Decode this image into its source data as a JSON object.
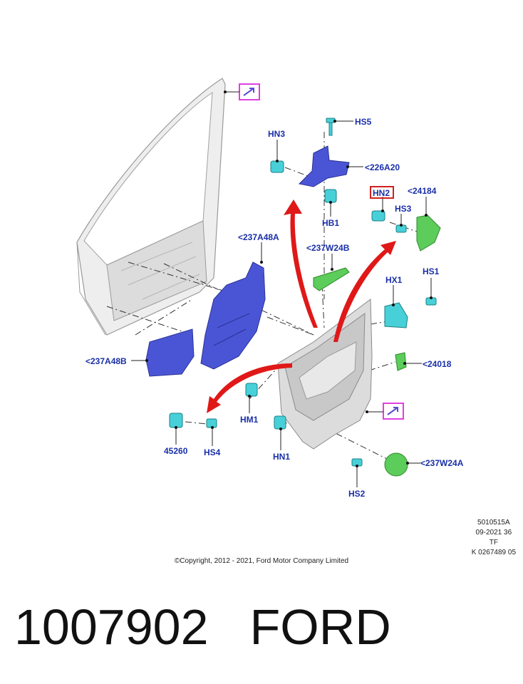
{
  "labels": {
    "hn3": "HN3",
    "hs5": "HS5",
    "p226a20": "<226A20",
    "hb1": "HB1",
    "hn2": "HN2",
    "p24184": "<24184",
    "hs3": "HS3",
    "p237a48a": "<237A48A",
    "p237w24b": "<237W24B",
    "hx1": "HX1",
    "hs1": "HS1",
    "p237a48b": "<237A48B",
    "p24018": "<24018",
    "hm1": "HM1",
    "p45260": "45260",
    "hs4": "HS4",
    "hn1": "HN1",
    "p237w24a": "<237W24A",
    "hs2": "HS2"
  },
  "metadata": {
    "line1": "5010515A",
    "line2": "09-2021 36",
    "line3": "TF",
    "line4": "K 0267489 05"
  },
  "copyright": "©Copyright, 2012 - 2021, Ford Motor Company Limited",
  "part_number": "1007902",
  "brand": "FORD",
  "colors": {
    "label_text": "#1a2fa8",
    "highlight_box": "#e040e0",
    "hn2_box": "#d02020",
    "arrow": "#e01818",
    "panel_blue": "#4a55d6",
    "clip_cyan": "#47d0d8",
    "part_green": "#5ccc5a"
  },
  "icons": [
    "reference-arrow-icon",
    "reference-arrow-icon"
  ]
}
